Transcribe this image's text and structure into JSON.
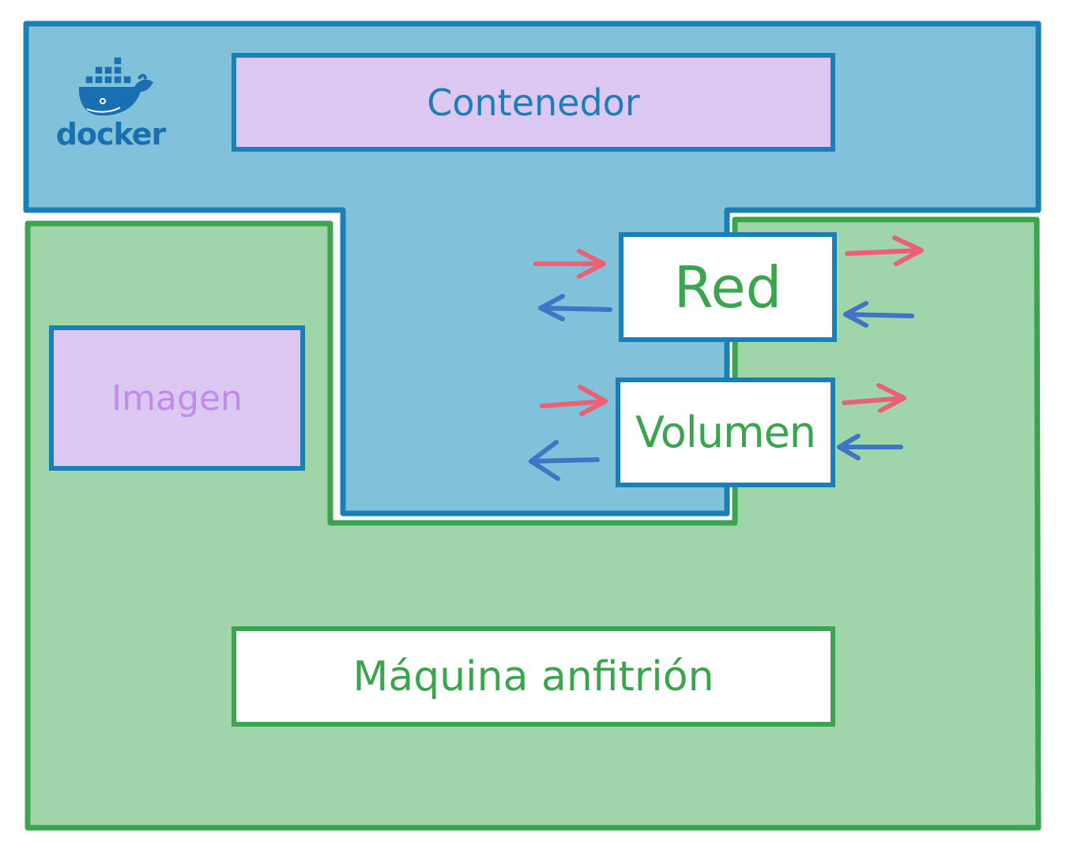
{
  "labels": {
    "container": "Contenedor",
    "image": "Imagen",
    "network": "Red",
    "volume": "Volumen",
    "host": "Máquina anfitrión",
    "logo": "docker"
  },
  "colors": {
    "docker_area_fill": "#80c2da",
    "docker_area_stroke": "#1a7fb6",
    "host_area_fill": "#9ed6a9",
    "host_area_stroke": "#3aa44f",
    "container_fill": "#dcc6f2",
    "image_fill": "#dcc6f2",
    "box_white": "#ffffff",
    "arrow_out": "#ec5f74",
    "arrow_in": "#3f74c6",
    "logo": "#1a6fb0"
  },
  "icons": {
    "logo": "docker-whale-icon",
    "arrow_out": "arrow-right-icon",
    "arrow_in": "arrow-left-icon"
  }
}
